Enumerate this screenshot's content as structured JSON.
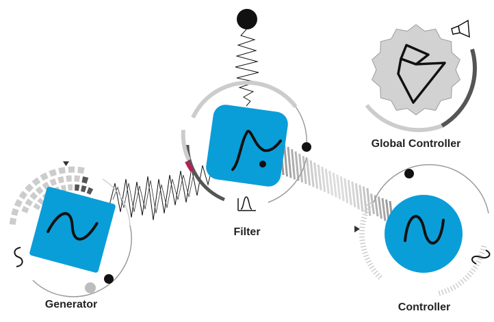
{
  "nodes": {
    "generator": {
      "label": "Generator",
      "icon": "sine-wave-icon",
      "color": "#0a9ed8"
    },
    "filter": {
      "label": "Filter",
      "icon": "filter-curve-icon",
      "mode_icon": "bandpass-icon",
      "color": "#0a9ed8",
      "accent": "#b4204f"
    },
    "controller": {
      "label": "Controller",
      "icon": "sine-wave-icon",
      "color": "#0a9ed8"
    },
    "global_controller": {
      "label": "Global Controller",
      "icon": "speaker-icon",
      "color": "#d2d2d2"
    }
  },
  "colors": {
    "ink": "#111111",
    "track": "#cccccc",
    "dark_track": "#555555",
    "stripe": "#bdbdbd"
  }
}
